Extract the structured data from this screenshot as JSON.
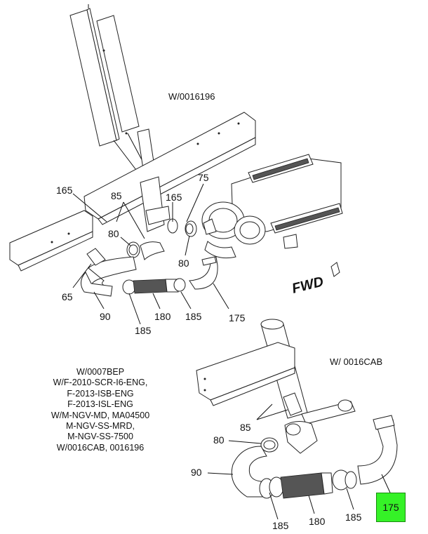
{
  "variant_labels": {
    "top": "W/0016196",
    "bottom": "W/ 0016CAB"
  },
  "direction_label": "FWD",
  "applicability_notes": [
    "W/0007BEP",
    "W/F-2010-SCR-I6-ENG,",
    "F-2013-ISB-ENG",
    "F-2013-ISL-ENG",
    "W/M-NGV-MD, MA04500",
    "M-NGV-SS-MRD,",
    "M-NGV-SS-7500",
    "W/0016CAB, 0016196"
  ],
  "callouts_top": [
    "165",
    "85",
    "75",
    "165",
    "80",
    "80",
    "65",
    "90",
    "185",
    "180",
    "185",
    "175"
  ],
  "callouts_bottom": [
    "85",
    "80",
    "90",
    "185",
    "180",
    "185",
    "175"
  ],
  "highlighted_part": "175",
  "colors": {
    "highlight": "#35f227",
    "line": "#111111"
  }
}
